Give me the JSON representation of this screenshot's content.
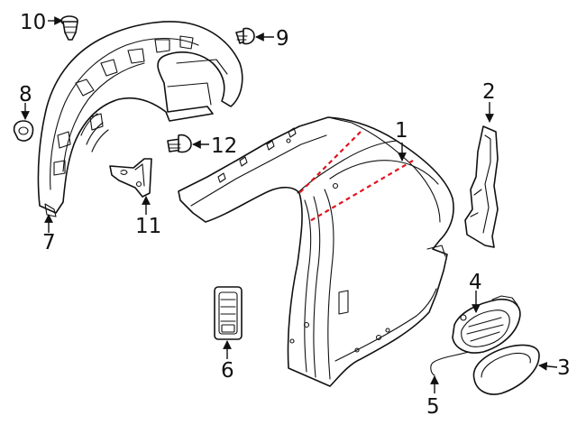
{
  "callouts": {
    "c1": "1",
    "c2": "2",
    "c3": "3",
    "c4": "4",
    "c5": "5",
    "c6": "6",
    "c7": "7",
    "c8": "8",
    "c9": "9",
    "c10": "10",
    "c11": "11",
    "c12": "12"
  },
  "colors": {
    "line": "#111111",
    "cut_line": "#e0141e",
    "background": "#ffffff"
  }
}
